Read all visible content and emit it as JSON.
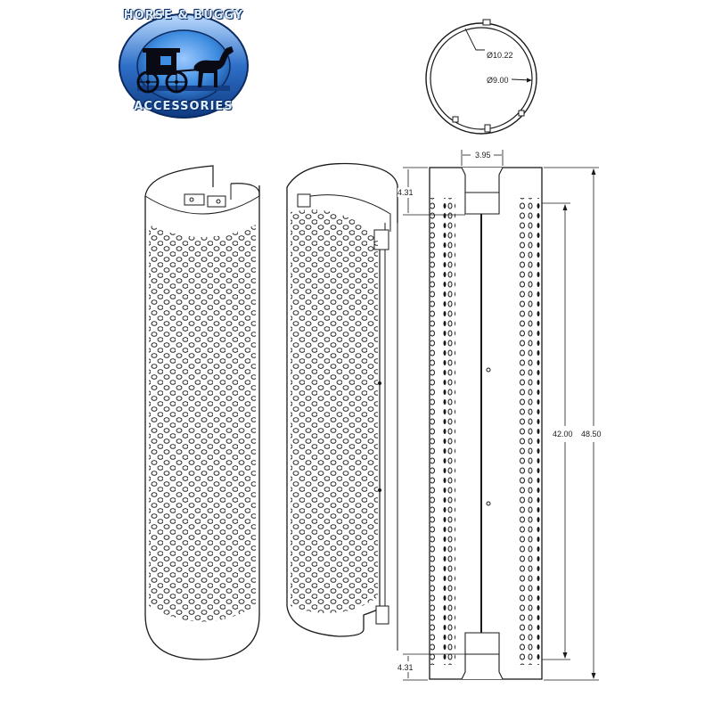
{
  "logo": {
    "top_text": "HORSE & BUGGY",
    "bottom_text": "ACCESSORIES",
    "colors": {
      "ring": "#1f5fbf",
      "ring_light": "#8fc0ff",
      "disc": "#3f8de0",
      "silhouette": "#0a0a14"
    }
  },
  "top_view": {
    "outer_diameter_label": "Ø10.22",
    "inner_diameter_label": "Ø9.00"
  },
  "front_view": {
    "clamp_width_label": "3.95",
    "top_gap_label": "4.31",
    "bottom_gap_label": "4.31",
    "perforated_length_label": "42.00",
    "overall_length_label": "48.50"
  },
  "views": [
    {
      "name": "isometric-front"
    },
    {
      "name": "isometric-rear"
    },
    {
      "name": "orthographic-front"
    }
  ],
  "colors": {
    "line": "#1a1a1a",
    "background": "#ffffff"
  }
}
